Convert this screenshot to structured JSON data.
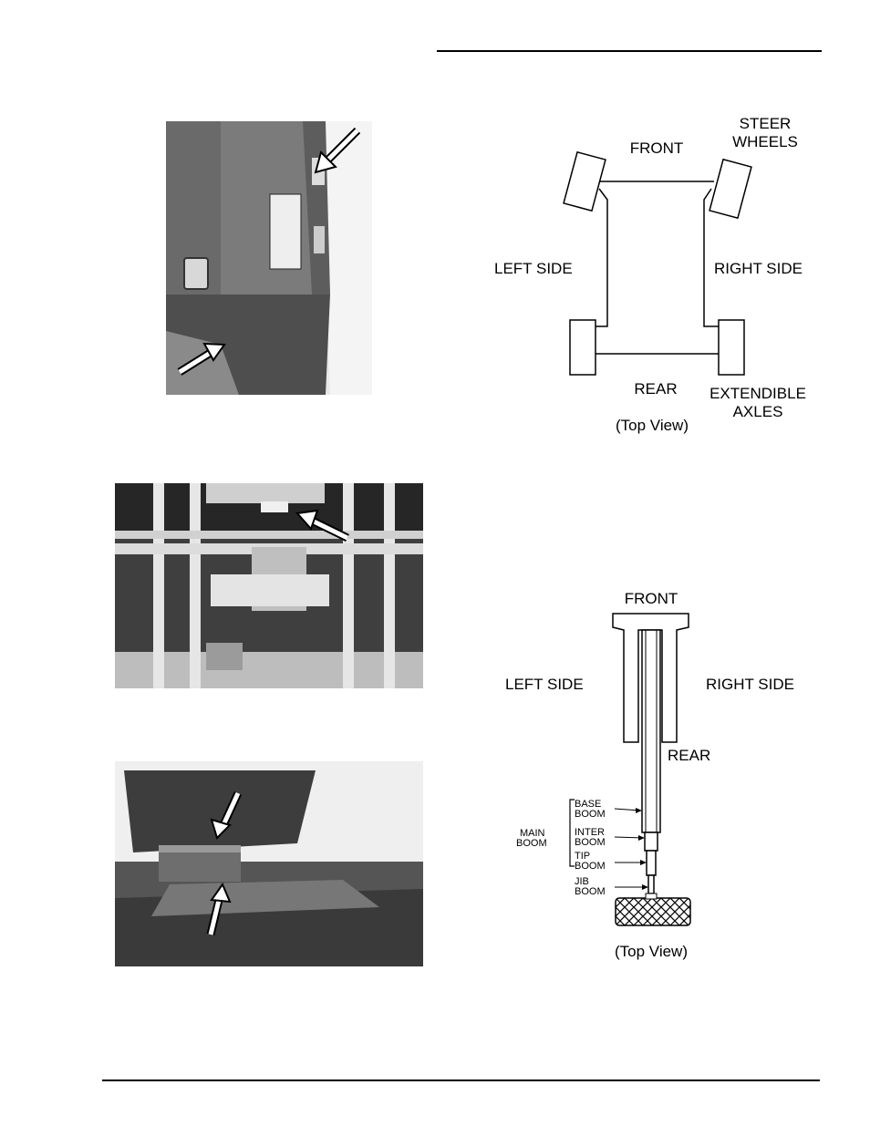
{
  "diagram1": {
    "front": "FRONT",
    "steer_line1": "STEER",
    "steer_line2": "WHEELS",
    "left": "LEFT SIDE",
    "right": "RIGHT SIDE",
    "rear": "REAR",
    "ext_line1": "EXTENDIBLE",
    "ext_line2": "AXLES",
    "view": "(Top View)"
  },
  "diagram2": {
    "front": "FRONT",
    "left": "LEFT SIDE",
    "right": "RIGHT SIDE",
    "rear": "REAR",
    "base_1": "BASE",
    "base_2": "BOOM",
    "inter_1": "INTER",
    "inter_2": "BOOM",
    "tip_1": "TIP",
    "tip_2": "BOOM",
    "jib_1": "JIB",
    "jib_2": "BOOM",
    "main_1": "MAIN",
    "main_2": "BOOM",
    "view": "(Top View)"
  },
  "photos": [
    {
      "icon": "machine-side-photo"
    },
    {
      "icon": "platform-rail-photo"
    },
    {
      "icon": "turntable-photo"
    }
  ]
}
